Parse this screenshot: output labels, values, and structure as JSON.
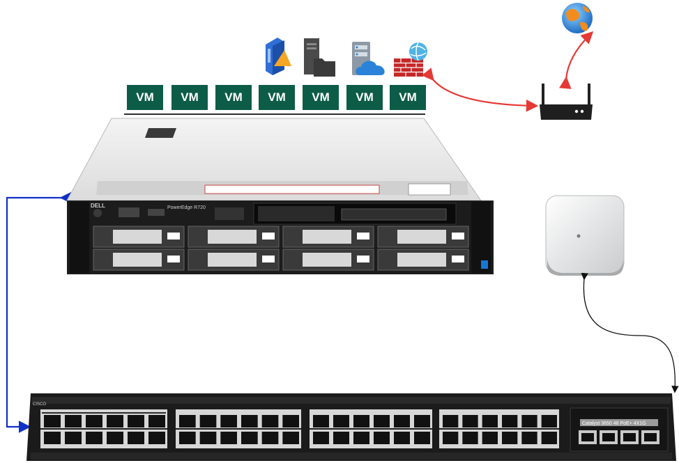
{
  "vms": [
    {
      "label": "VM"
    },
    {
      "label": "VM"
    },
    {
      "label": "VM"
    },
    {
      "label": "VM"
    },
    {
      "label": "VM"
    },
    {
      "label": "VM"
    },
    {
      "label": "VM"
    }
  ],
  "server": {
    "model_label": "PowerEdge R720",
    "brand": "DELL",
    "drive_bays": 8
  },
  "switch": {
    "brand": "CISCO",
    "model_label": "Catalyst 3650 48 PoE+ 4X1G",
    "port_count": 48,
    "uplink_count": 4
  },
  "colors": {
    "vm_green": "#0d5c48",
    "link_red": "#e53935",
    "link_blue": "#1030c8",
    "link_black": "#111111"
  },
  "icons": [
    "database-server-icon",
    "file-server-icon",
    "cloud-server-icon",
    "firewall-icon",
    "globe-icon",
    "router-icon",
    "access-point-icon"
  ]
}
